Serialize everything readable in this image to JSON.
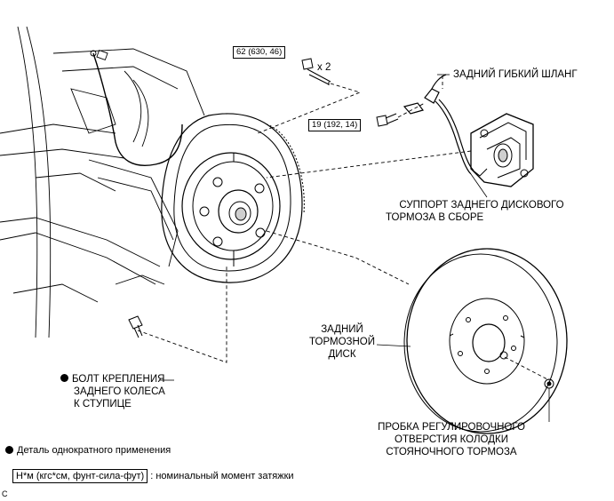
{
  "torque_labels": {
    "caliper_bolt": "62 (630, 46)",
    "caliper_bolt_qty": "x 2",
    "hose_bolt": "19 (192, 14)"
  },
  "parts": {
    "flex_hose": "ЗАДНИЙ ГИБКИЙ ШЛАНГ",
    "caliper_line1": "СУППОРТ ЗАДНЕГО ДИСКОВОГО",
    "caliper_line2": "ТОРМОЗА В СБОРЕ",
    "disc_line1": "ЗАДНИЙ",
    "disc_line2": "ТОРМОЗНОЙ",
    "disc_line3": "ДИСК",
    "hub_bolt_line1": "БОЛТ КРЕПЛЕНИЯ",
    "hub_bolt_line2": "ЗАДНЕГО КОЛЕСА",
    "hub_bolt_line3": "К СТУПИЦЕ",
    "plug_line1": "ПРОБКА РЕГУЛИРОВОЧНОГО",
    "plug_line2": "ОТВЕРСТИЯ КОЛОДКИ",
    "plug_line3": "СТОЯНОЧНОГО ТОРМОЗА"
  },
  "legend": {
    "single_use": "Деталь однократного применения",
    "torque_unit_box": "Н*м (кгс*см, фунт-сила-фут)",
    "torque_unit_desc": ": номинальный момент затяжки"
  },
  "corner_mark": "C",
  "colors": {
    "line": "#000000",
    "background": "#ffffff",
    "shade": "#cfcfcf"
  }
}
